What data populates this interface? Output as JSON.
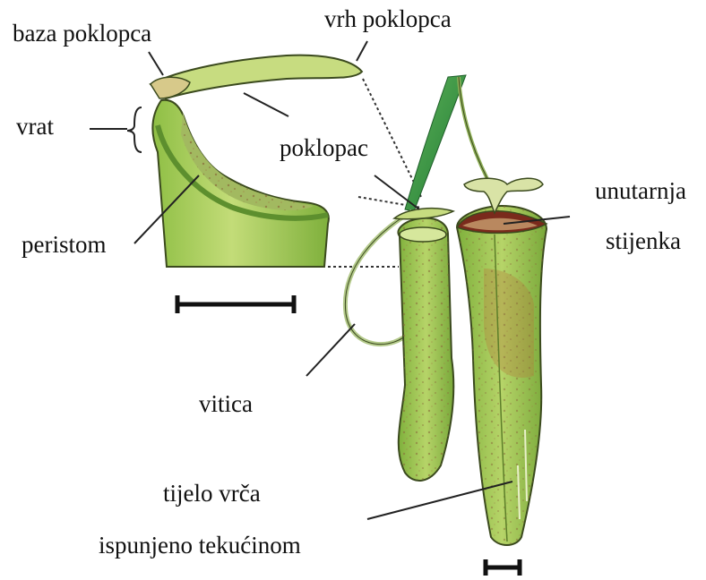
{
  "labels": {
    "lid_base": "baza poklopca",
    "lid_tip": "vrh poklopca",
    "neck": "vrat",
    "lid": "poklopac",
    "inner_wall_1": "unutarnja",
    "inner_wall_2": "stijenka",
    "peristome": "peristom",
    "tendril": "vitica",
    "body_1": "tijelo vrča",
    "body_2": "ispunjeno tekućinom"
  },
  "colors": {
    "pitcher_light": "#b9d66b",
    "pitcher_mid": "#9cc44c",
    "pitcher_dark": "#5f8f2a",
    "inner_brown": "#8a6a3a",
    "interior_red": "#7a2a1c",
    "leaf_green": "#2f8a3a",
    "line": "#222222"
  }
}
